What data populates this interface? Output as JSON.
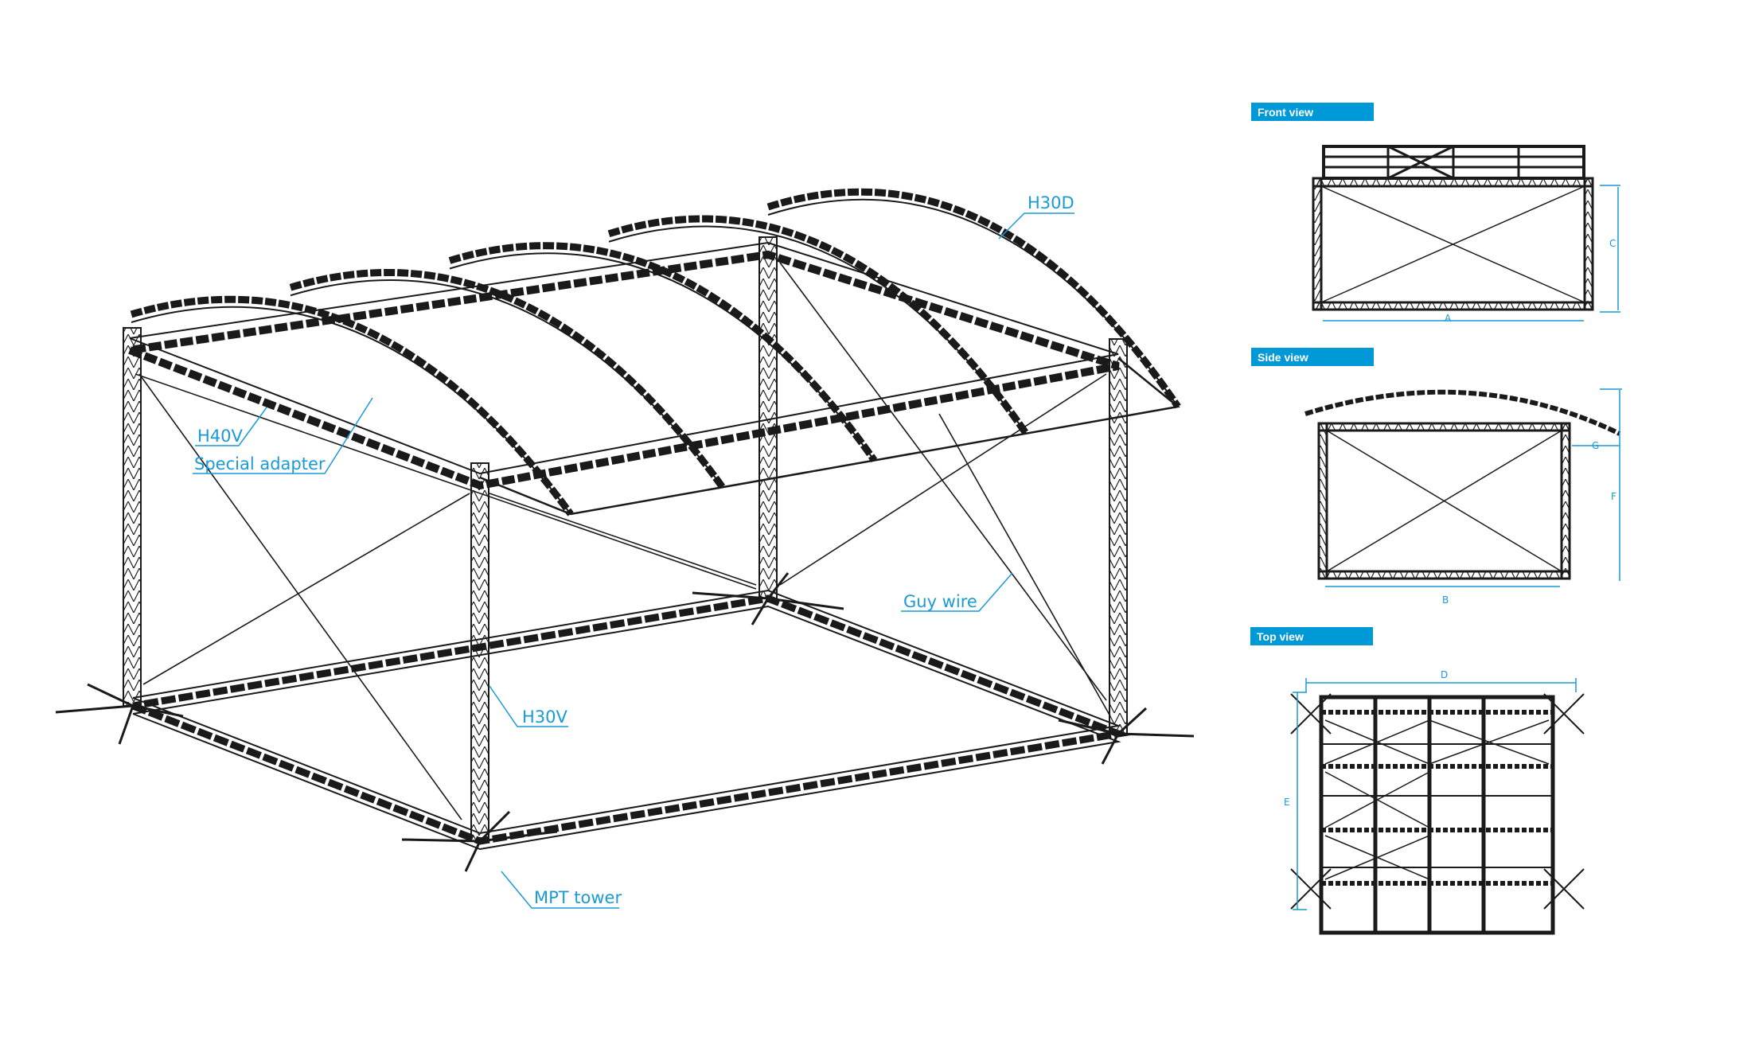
{
  "callouts": {
    "h30d": "H30D",
    "h40v": "H40V",
    "special_adapter": "Special adapter",
    "guy_wire": "Guy wire",
    "h30v": "H30V",
    "mpt_tower": "MPT tower"
  },
  "views": {
    "front": {
      "title": "Front view",
      "dims": [
        "A",
        "C"
      ]
    },
    "side": {
      "title": "Side view",
      "dims": [
        "B",
        "F",
        "G"
      ]
    },
    "top": {
      "title": "Top view",
      "dims": [
        "D",
        "E"
      ]
    }
  },
  "colors": {
    "accent": "#0099d8",
    "line": "#1a1a1a"
  }
}
